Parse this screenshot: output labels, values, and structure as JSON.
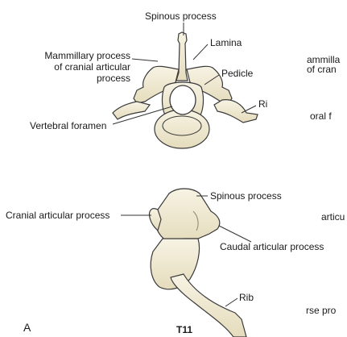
{
  "top_view": {
    "labels": {
      "spinous_process": "Spinous process",
      "lamina": "Lamina",
      "mammillary_process": [
        "Mammillary process",
        "of cranial articular",
        "process"
      ],
      "pedicle": "Pedicle",
      "rib": "Ri",
      "vertebral_foramen": "Vertebral foramen"
    }
  },
  "side_view": {
    "labels": {
      "spinous_process": "Spinous process",
      "cranial_articular_process": "Cranial articular process",
      "caudal_articular_process": "Caudal articular process",
      "rib": "Rib"
    }
  },
  "cropped_right_labels": [
    "ammilla",
    "of cran",
    "oral f",
    "articu",
    "rse pro"
  ],
  "panel_letter": "A",
  "vertebra_caption": "T11",
  "colors": {
    "bone": "#f3eedb",
    "bone_shade": "#dcd3b3",
    "outline": "#3a3a3a",
    "line": "#333333"
  }
}
